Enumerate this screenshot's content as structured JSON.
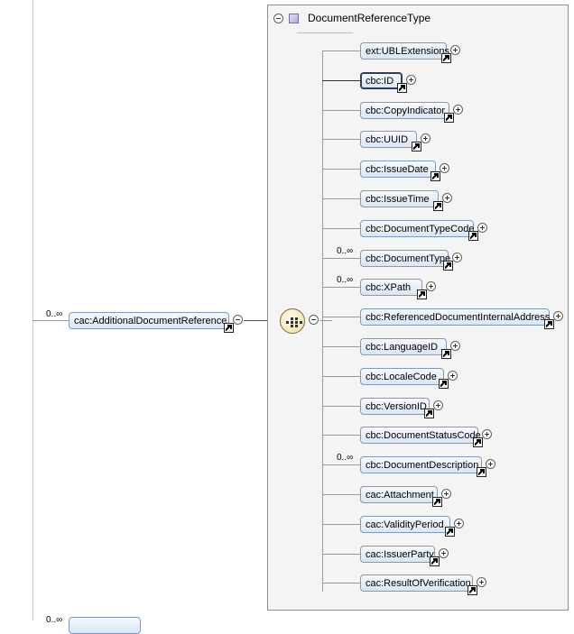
{
  "parent": {
    "cardinality": "0..∞",
    "label": "cac:AdditionalDocumentReference"
  },
  "complex_type": {
    "label": "DocumentReferenceType"
  },
  "children": [
    {
      "label": "ext:UBLExtensions",
      "cardinality": ""
    },
    {
      "label": "cbc:ID",
      "cardinality": "",
      "selected": true
    },
    {
      "label": "cbc:CopyIndicator",
      "cardinality": ""
    },
    {
      "label": "cbc:UUID",
      "cardinality": ""
    },
    {
      "label": "cbc:IssueDate",
      "cardinality": ""
    },
    {
      "label": "cbc:IssueTime",
      "cardinality": ""
    },
    {
      "label": "cbc:DocumentTypeCode",
      "cardinality": ""
    },
    {
      "label": "cbc:DocumentType",
      "cardinality": "0..∞"
    },
    {
      "label": "cbc:XPath",
      "cardinality": "0..∞"
    },
    {
      "label": "cbc:ReferencedDocumentInternalAddress",
      "cardinality": ""
    },
    {
      "label": "cbc:LanguageID",
      "cardinality": ""
    },
    {
      "label": "cbc:LocaleCode",
      "cardinality": ""
    },
    {
      "label": "cbc:VersionID",
      "cardinality": ""
    },
    {
      "label": "cbc:DocumentStatusCode",
      "cardinality": ""
    },
    {
      "label": "cbc:DocumentDescription",
      "cardinality": "0..∞"
    },
    {
      "label": "cac:Attachment",
      "cardinality": ""
    },
    {
      "label": "cac:ValidityPeriod",
      "cardinality": ""
    },
    {
      "label": "cac:IssuerParty",
      "cardinality": ""
    },
    {
      "label": "cac:ResultOfVerification",
      "cardinality": ""
    }
  ],
  "next_sibling": {
    "cardinality": "0..∞"
  },
  "icons": {
    "collapse": "minus-circle-icon",
    "expand": "plus-circle-icon",
    "reference": "reference-arrow-icon",
    "sequence": "sequence-compositor-icon",
    "type": "complex-type-icon"
  }
}
